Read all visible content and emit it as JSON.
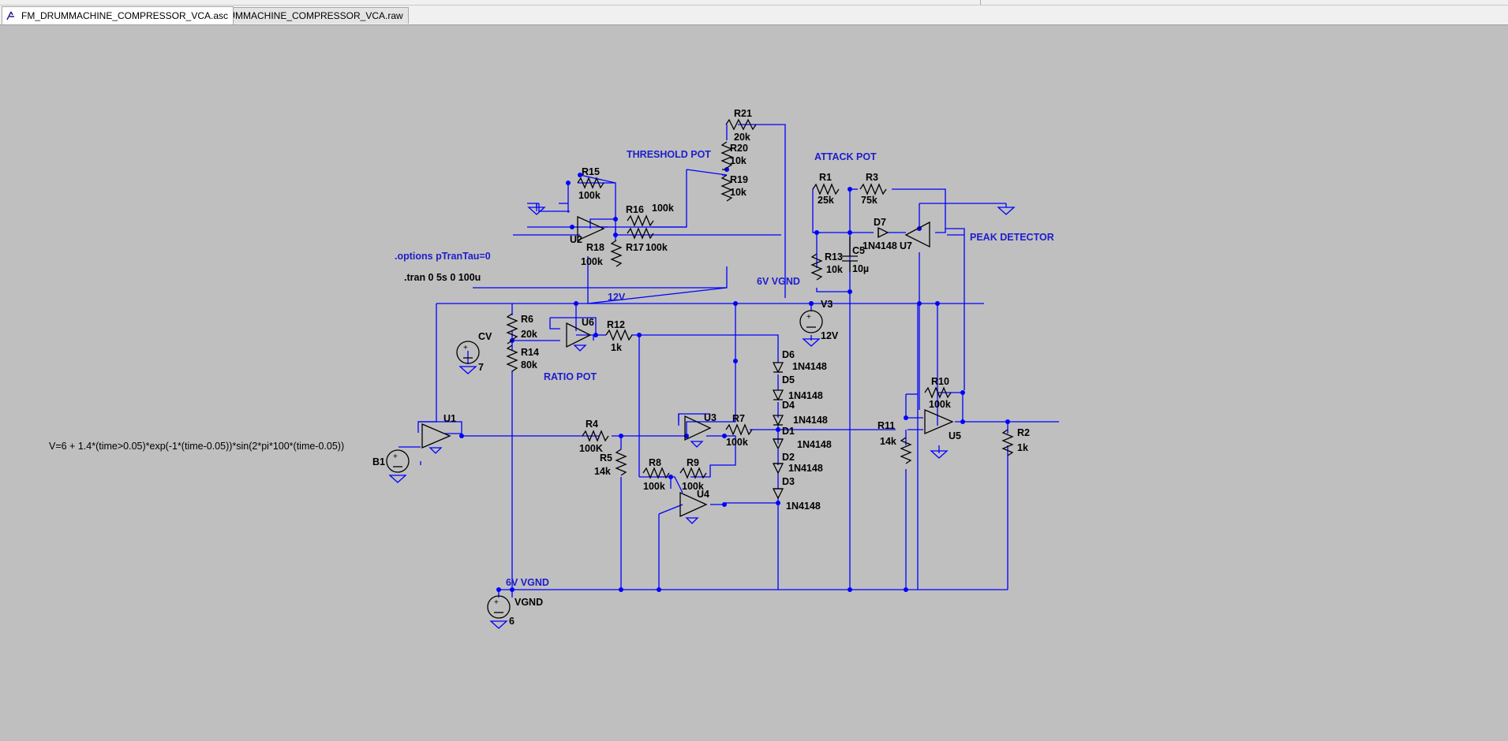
{
  "tabs": [
    {
      "label": "FM_DRUMMACHINE_COMPRESSOR_VCA.asc",
      "icon": "schematic-icon",
      "active": true
    },
    {
      "label": "FM_DRUMMACHINE_COMPRESSOR_VCA.raw",
      "icon": "waveform-icon",
      "active": false
    }
  ],
  "colors": {
    "wire": "#0000ff",
    "component": "#000000",
    "comment": "#1d1dcc",
    "background": "#bfbfbf"
  },
  "directives": {
    "options": ".options pTranTau=0",
    "tran": ".tran 0 5s 0 100u"
  },
  "comments": {
    "threshold": "THRESHOLD POT",
    "attack": "ATTACK POT",
    "peak": "PEAK DETECTOR",
    "ratio": "RATIO POT",
    "vgnd_top": "6V VGND",
    "vgnd_bottom": "6V VGND",
    "rail": "12V"
  },
  "resistors": {
    "R21": {
      "name": "R21",
      "value": "20k"
    },
    "R20": {
      "name": "R20",
      "value": "10k"
    },
    "R19": {
      "name": "R19",
      "value": "10k"
    },
    "R15": {
      "name": "R15",
      "value": "100k"
    },
    "R16": {
      "name": "R16",
      "value": "100k"
    },
    "R17": {
      "name": "R17",
      "value": "100k"
    },
    "R18": {
      "name": "R18",
      "value": "100k"
    },
    "R1": {
      "name": "R1",
      "value": "25k"
    },
    "R3": {
      "name": "R3",
      "value": "75k"
    },
    "R13": {
      "name": "R13",
      "value": "10k"
    },
    "R6": {
      "name": "R6",
      "value": "20k"
    },
    "R14": {
      "name": "R14",
      "value": "80k"
    },
    "R12": {
      "name": "R12",
      "value": "1k"
    },
    "R4": {
      "name": "R4",
      "value": "100K"
    },
    "R5": {
      "name": "R5",
      "value": "14k"
    },
    "R7": {
      "name": "R7",
      "value": "100k"
    },
    "R8": {
      "name": "R8",
      "value": "100k"
    },
    "R9": {
      "name": "R9",
      "value": "100k"
    },
    "R10": {
      "name": "R10",
      "value": "100k"
    },
    "R11": {
      "name": "R11",
      "value": "14k"
    },
    "R2": {
      "name": "R2",
      "value": "1k"
    }
  },
  "capacitors": {
    "C5": {
      "name": "C5",
      "value": "10µ"
    }
  },
  "diodes": {
    "D7": {
      "name": "D7",
      "value": "1N4148"
    },
    "D6": {
      "name": "D6",
      "value": "1N4148"
    },
    "D5": {
      "name": "D5",
      "value": "1N4148"
    },
    "D4": {
      "name": "D4",
      "value": "1N4148"
    },
    "D1": {
      "name": "D1",
      "value": "1N4148"
    },
    "D2": {
      "name": "D2",
      "value": "1N4148"
    },
    "D3": {
      "name": "D3",
      "value": "1N4148"
    }
  },
  "opamps": {
    "U1": "U1",
    "U2": "U2",
    "U3": "U3",
    "U4": "U4",
    "U5": "U5",
    "U6": "U6",
    "U7": "U7"
  },
  "sources": {
    "V3": {
      "name": "V3",
      "value": "12V"
    },
    "CV": {
      "name": "CV",
      "value": "7"
    },
    "VGND": {
      "name": "VGND",
      "value": "6"
    },
    "B1": {
      "name": "B1",
      "expr": "V=6 + 1.4*(time>0.05)*exp(-1*(time-0.05))*sin(2*pi*100*(time-0.05))"
    }
  }
}
